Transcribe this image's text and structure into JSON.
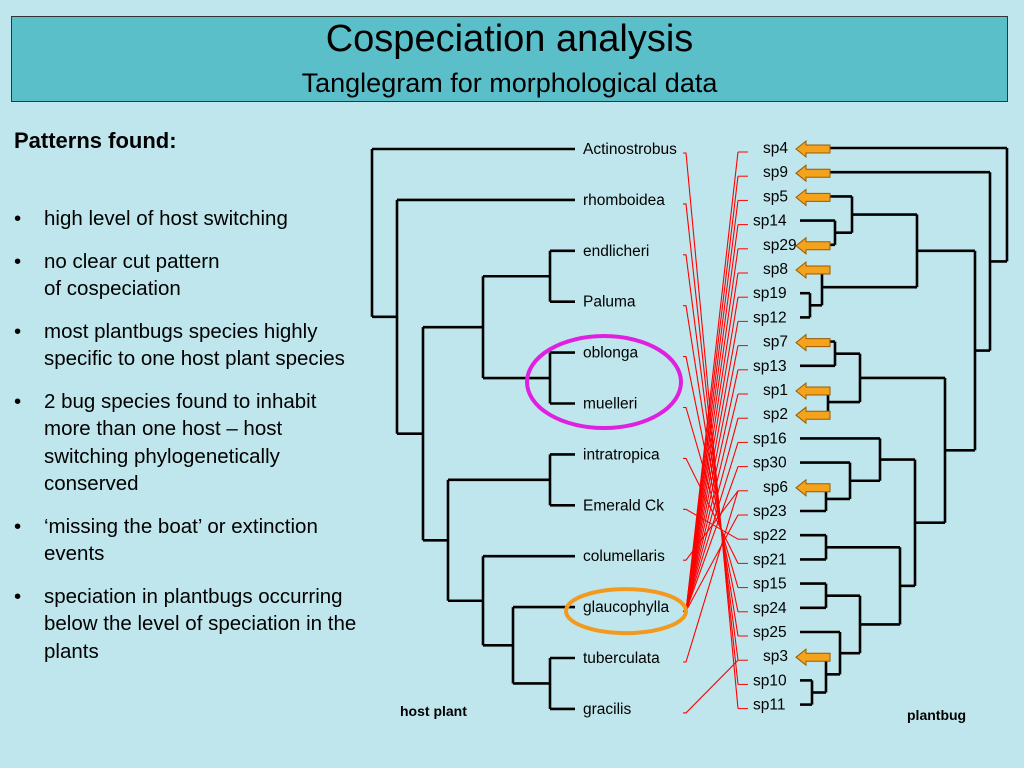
{
  "header": {
    "title": "Cospeciation analysis",
    "subtitle": "Tanglegram for morphological data"
  },
  "left_panel": {
    "heading": "Patterns found:",
    "bullet_symbol": "•",
    "bullets": [
      "high level of host switching",
      "no clear cut pattern\nof cospeciation",
      "most plantbugs species highly specific to one host plant species",
      "2 bug species found to inhabit more than one host – host switching phylogenetically conserved",
      "‘missing the boat’ or extinction events",
      "speciation in plantbugs occurring below the level of speciation in the plants"
    ]
  },
  "diagram": {
    "host_tree_caption": "host plant",
    "bug_tree_caption": "plantbug",
    "host_taxa": [
      "Actinostrobus",
      "rhomboidea",
      "endlicheri",
      "Paluma",
      "oblonga",
      "muelleri",
      "intratropica",
      "Emerald Ck",
      "columellaris",
      "glaucophylla",
      "tuberculata",
      "gracilis"
    ],
    "bug_taxa": [
      "sp4",
      "sp9",
      "sp5",
      "sp14",
      "sp29",
      "sp8",
      "sp19",
      "sp12",
      "sp7",
      "sp13",
      "sp1",
      "sp2",
      "sp16",
      "sp30",
      "sp6",
      "sp23",
      "sp22",
      "sp21",
      "sp15",
      "sp24",
      "sp25",
      "sp3",
      "sp10",
      "sp11"
    ],
    "arrow_marked_bugs": [
      "sp4",
      "sp9",
      "sp5",
      "sp29",
      "sp8",
      "sp7",
      "sp1",
      "sp2",
      "sp6",
      "sp3"
    ],
    "associations": [
      [
        "Actinostrobus",
        "sp11"
      ],
      [
        "rhomboidea",
        "sp10"
      ],
      [
        "endlicheri",
        "sp3"
      ],
      [
        "Paluma",
        "sp25"
      ],
      [
        "oblonga",
        "sp24"
      ],
      [
        "muelleri",
        "sp15"
      ],
      [
        "intratropica",
        "sp21"
      ],
      [
        "Emerald Ck",
        "sp22"
      ],
      [
        "columellaris",
        "sp6"
      ],
      [
        "glaucophylla",
        "sp4"
      ],
      [
        "glaucophylla",
        "sp9"
      ],
      [
        "glaucophylla",
        "sp5"
      ],
      [
        "glaucophylla",
        "sp14"
      ],
      [
        "glaucophylla",
        "sp29"
      ],
      [
        "glaucophylla",
        "sp8"
      ],
      [
        "glaucophylla",
        "sp19"
      ],
      [
        "glaucophylla",
        "sp12"
      ],
      [
        "glaucophylla",
        "sp7"
      ],
      [
        "glaucophylla",
        "sp13"
      ],
      [
        "glaucophylla",
        "sp1"
      ],
      [
        "glaucophylla",
        "sp2"
      ],
      [
        "glaucophylla",
        "sp16"
      ],
      [
        "glaucophylla",
        "sp30"
      ],
      [
        "glaucophylla",
        "sp23"
      ],
      [
        "tuberculata",
        "sp6"
      ],
      [
        "gracilis",
        "sp3"
      ]
    ],
    "highlighted_hosts": [
      {
        "taxa": [
          "oblonga",
          "muelleri"
        ],
        "color": "#e020e0"
      },
      {
        "taxa": [
          "glaucophylla"
        ],
        "color": "#f39a1e"
      }
    ],
    "colors": {
      "tree": "#000000",
      "association_line": "#ff0000",
      "arrow_fill": "#f5a21c",
      "arrow_stroke": "#9a5a00"
    }
  }
}
